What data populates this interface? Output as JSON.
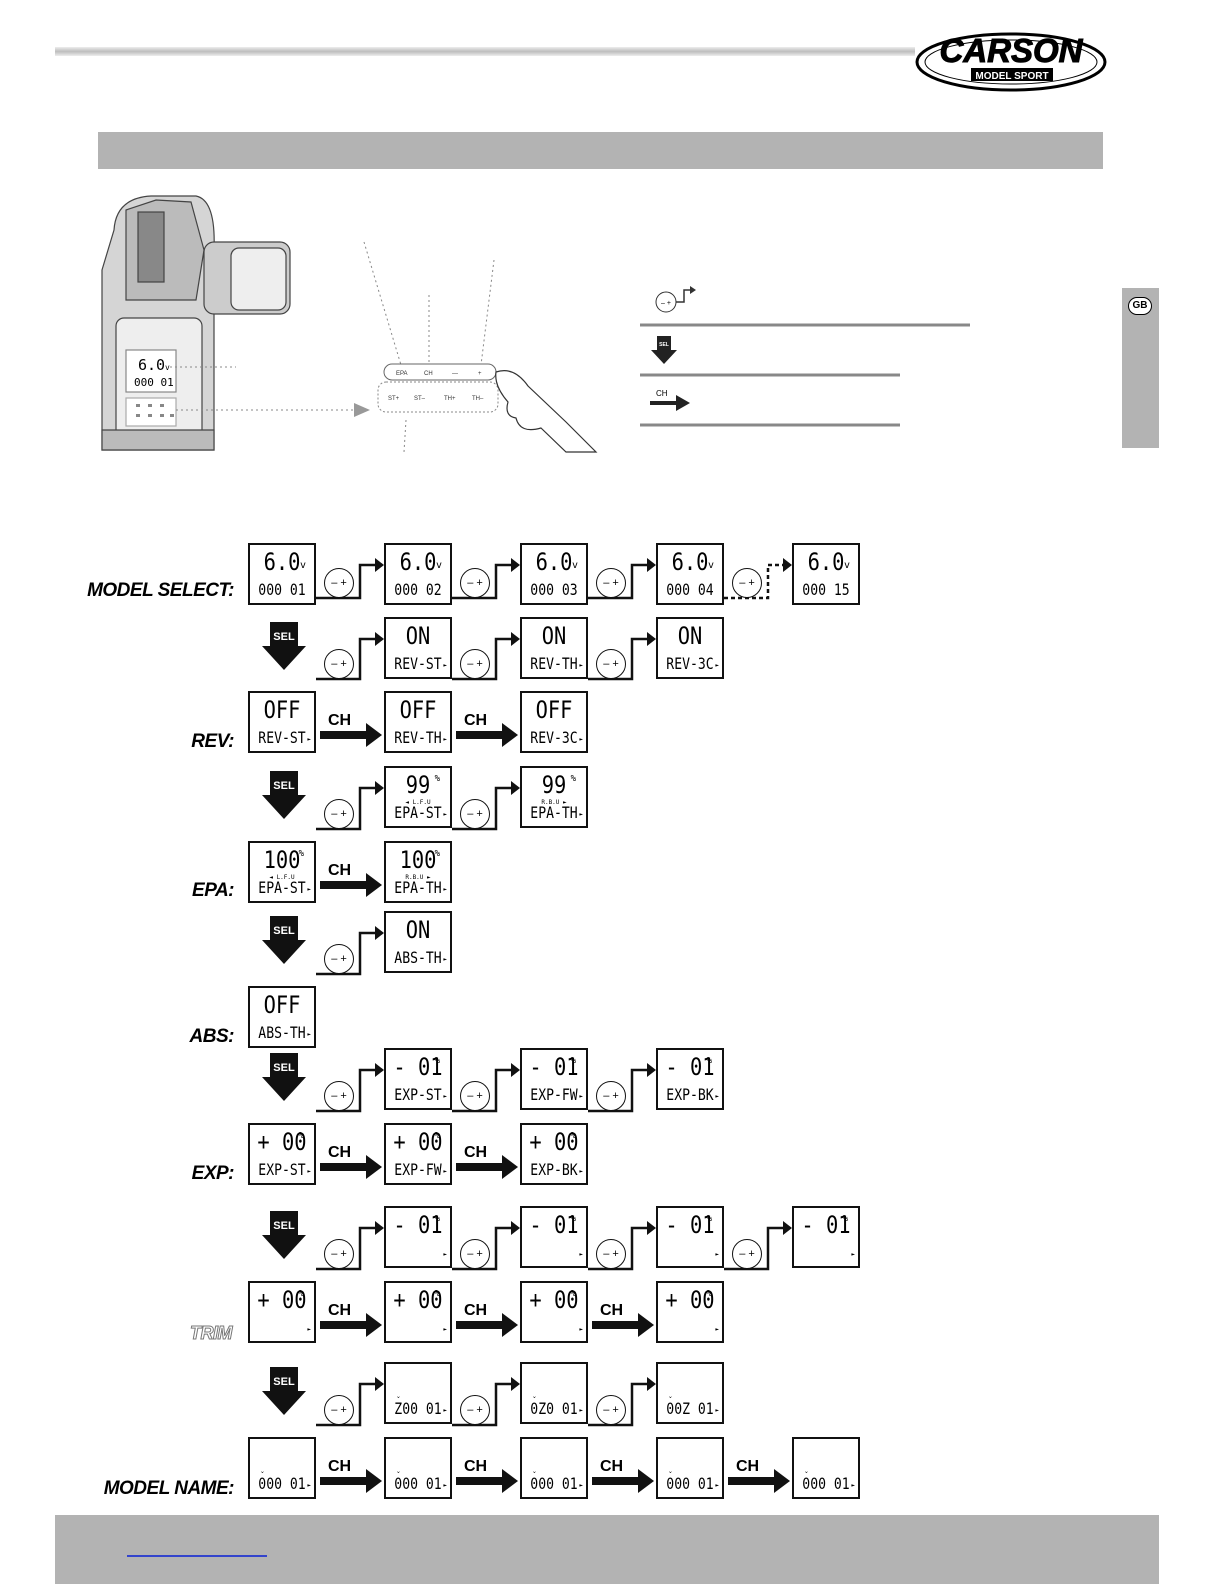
{
  "brand": {
    "name": "CARSON",
    "tagline": "MODEL SPORT"
  },
  "lang_tab": "GB",
  "overview": {
    "display": {
      "voltage": "6.0",
      "unit": "v",
      "model": "000 01"
    },
    "keypad_top": [
      "EPA",
      "CH",
      "—",
      "+"
    ],
    "keypad_bottom": [
      "ST+",
      "ST–",
      "TH+",
      "TH–"
    ],
    "legend": [
      {
        "icon": "plus-minus-turn-icon",
        "text": "–  +"
      },
      {
        "icon": "sel-arrow-icon",
        "text": "SEL"
      },
      {
        "icon": "ch-arrow-icon",
        "text": "CH"
      }
    ]
  },
  "keys": {
    "pm": "– +",
    "sel": "SEL",
    "ch": "CH"
  },
  "rows": {
    "model_select": {
      "label": "MODEL SELECT:",
      "screens": [
        {
          "big": "6.0",
          "unit": "v",
          "mid": "000 01"
        },
        {
          "big": "6.0",
          "unit": "v",
          "mid": "000 02"
        },
        {
          "big": "6.0",
          "unit": "v",
          "mid": "000 03"
        },
        {
          "big": "6.0",
          "unit": "v",
          "mid": "000 04"
        },
        {
          "big": "6.0",
          "unit": "v",
          "mid": "000 15"
        }
      ]
    },
    "rev": {
      "label": "REV:",
      "bottom": [
        {
          "big": "OFF",
          "mid": "REV-ST"
        },
        {
          "big": "OFF",
          "mid": "REV-TH"
        },
        {
          "big": "OFF",
          "mid": "REV-3C"
        }
      ],
      "top": [
        {
          "big": "ON",
          "mid": "REV-ST"
        },
        {
          "big": "ON",
          "mid": "REV-TH"
        },
        {
          "big": "ON",
          "mid": "REV-3C"
        }
      ]
    },
    "epa": {
      "label": "EPA:",
      "bottom": [
        {
          "big": "100",
          "pct": "%",
          "sub": "◄ L.F.U",
          "mid": "EPA-ST"
        },
        {
          "big": "100",
          "pct": "%",
          "sub": "R.B.U ►",
          "mid": "EPA-TH"
        }
      ],
      "top": [
        {
          "big": "99",
          "pct": "%",
          "sub": "◄ L.F.U",
          "mid": "EPA-ST"
        },
        {
          "big": "99",
          "pct": "%",
          "sub": "R.B.U ►",
          "mid": "EPA-TH"
        }
      ]
    },
    "abs": {
      "label": "ABS:",
      "bottom": [
        {
          "big": "OFF",
          "mid": "ABS-TH"
        }
      ],
      "top": [
        {
          "big": "ON",
          "mid": "ABS-TH"
        }
      ]
    },
    "exp": {
      "label": "EXP:",
      "bottom": [
        {
          "big": "+ 00",
          "pct": "%",
          "mid": "EXP-ST"
        },
        {
          "big": "+ 00",
          "pct": "%",
          "mid": "EXP-FW"
        },
        {
          "big": "+ 00",
          "pct": "%",
          "mid": "EXP-BK"
        }
      ],
      "top": [
        {
          "big": "- 01",
          "pct": "%",
          "mid": "EXP-ST"
        },
        {
          "big": "- 01",
          "pct": "%",
          "mid": "EXP-FW"
        },
        {
          "big": "- 01",
          "pct": "%",
          "mid": "EXP-BK"
        }
      ]
    },
    "trim": {
      "label": "TRIM",
      "bottom": [
        {
          "big": "+ 00",
          "pct": "%"
        },
        {
          "big": "+ 00",
          "pct": "%"
        },
        {
          "big": "+ 00",
          "pct": "%"
        },
        {
          "big": "+ 00",
          "pct": "%"
        }
      ],
      "top": [
        {
          "big": "- 01",
          "pct": "%"
        },
        {
          "big": "- 01",
          "pct": "%"
        },
        {
          "big": "- 01",
          "pct": "%"
        },
        {
          "big": "- 01",
          "pct": "%"
        }
      ]
    },
    "model_name": {
      "label": "MODEL NAME:",
      "bottom": [
        {
          "mid": "000 01"
        },
        {
          "mid": "000 01"
        },
        {
          "mid": "000 01"
        },
        {
          "mid": "000 01"
        },
        {
          "mid": "000 01"
        }
      ],
      "top": [
        {
          "mid": "Z00 01"
        },
        {
          "mid": "0Z0 01"
        },
        {
          "mid": "00Z 01"
        }
      ]
    }
  }
}
